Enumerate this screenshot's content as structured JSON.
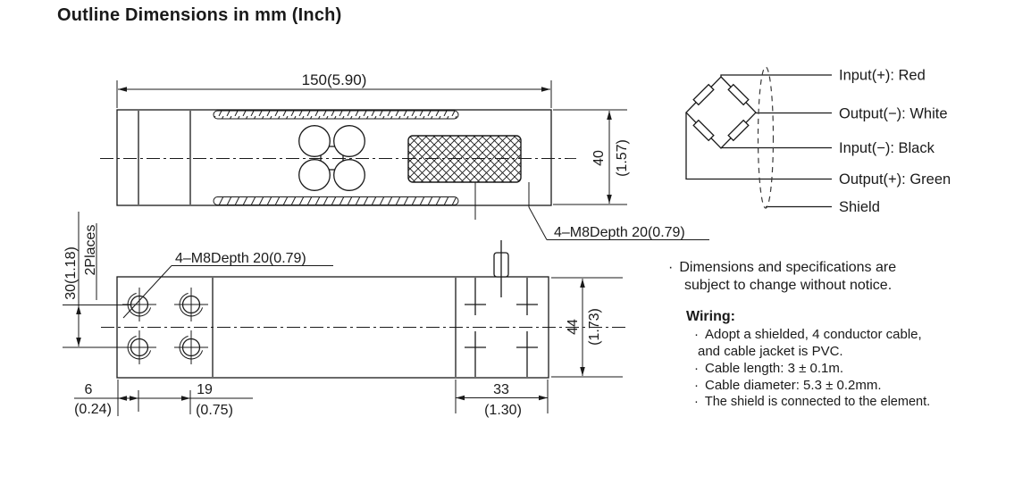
{
  "colors": {
    "ink": "#1a1a1a",
    "background": "#ffffff"
  },
  "title": "Outline Dimensions in mm (Inch)",
  "top_view": {
    "length": "150(5.90)",
    "height_mm": "40",
    "height_in": "(1.57)",
    "thread_label": "4–M8Depth 20(0.79)"
  },
  "bottom_view": {
    "thread_label": "4–M8Depth 20(0.79)",
    "hole_spacing": "30(1.18)",
    "hole_spacing_note": "2Places",
    "edge_mm": "6",
    "edge_in": "(0.24)",
    "pitch_mm": "19",
    "pitch_in": "(0.75)",
    "end_width_mm": "33",
    "end_width_in": "(1.30)",
    "body_width_mm": "44",
    "body_width_in": "(1.73)"
  },
  "wiring_diagram": {
    "input_positive": "Input(+): Red",
    "output_negative": "Output(−): White",
    "input_negative": "Input(−): Black",
    "output_positive": "Output(+): Green",
    "shield": "Shield"
  },
  "notes": {
    "bullet": "·",
    "disclaimer_line1": "Dimensions and specifications are",
    "disclaimer_line2": "subject to change without notice.",
    "wiring_heading": "Wiring:",
    "wiring_item1_line1": "Adopt a shielded,  4 conductor cable,",
    "wiring_item1_line2": "and  cable jacket is PVC.",
    "wiring_item2": "Cable length: 3 ± 0.1m.",
    "wiring_item3": "Cable diameter: 5.3 ± 0.2mm.",
    "wiring_item4": "The shield is connected to the element."
  }
}
